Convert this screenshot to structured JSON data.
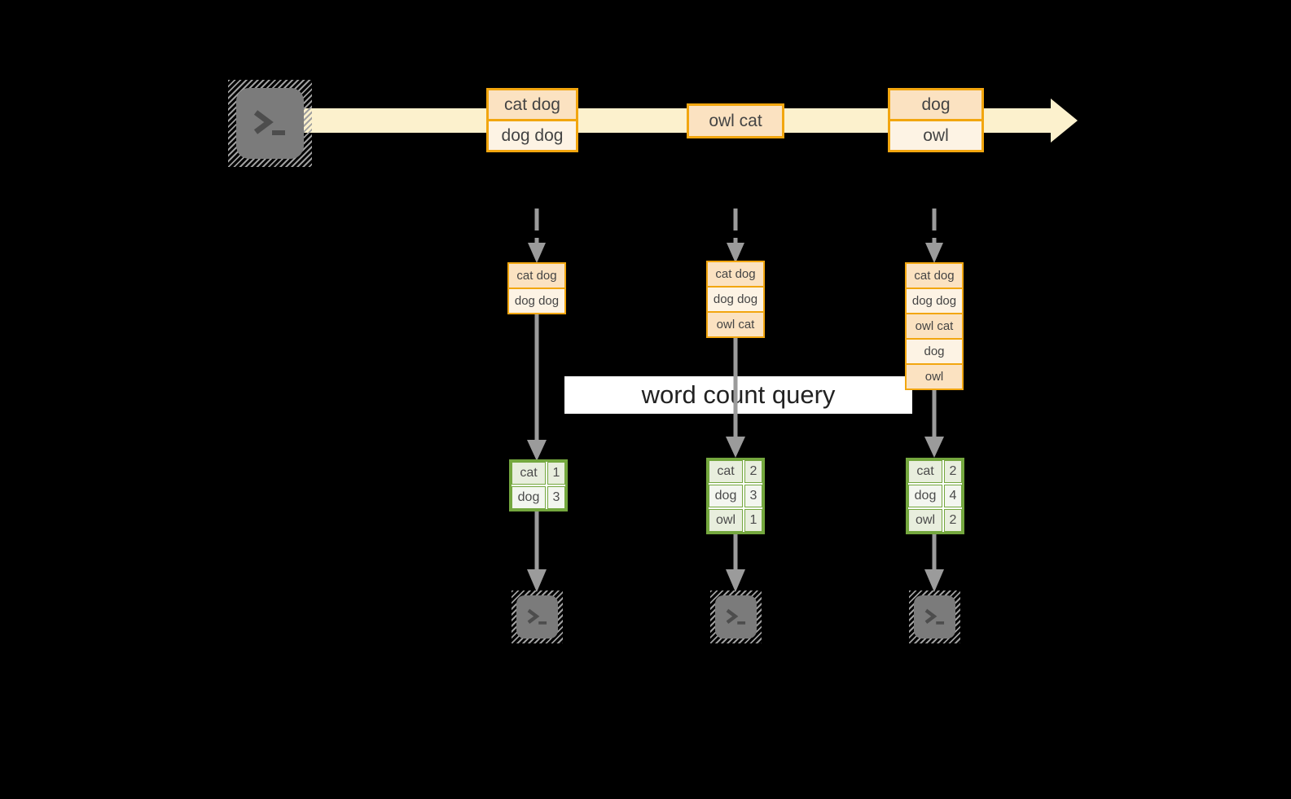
{
  "query_banner": {
    "label": "word count query"
  },
  "stream": {
    "events": [
      {
        "lines": [
          "cat dog",
          "dog dog"
        ]
      },
      {
        "lines": [
          "owl cat"
        ]
      },
      {
        "lines": [
          "dog",
          "owl"
        ]
      }
    ]
  },
  "columns": [
    {
      "accumulated": [
        "cat dog",
        "dog dog"
      ],
      "counts": [
        {
          "word": "cat",
          "count": "1"
        },
        {
          "word": "dog",
          "count": "3"
        }
      ]
    },
    {
      "accumulated": [
        "cat dog",
        "dog dog",
        "owl cat"
      ],
      "counts": [
        {
          "word": "cat",
          "count": "2"
        },
        {
          "word": "dog",
          "count": "3"
        },
        {
          "word": "owl",
          "count": "1"
        }
      ]
    },
    {
      "accumulated": [
        "cat dog",
        "dog dog",
        "owl cat",
        "dog",
        "owl"
      ],
      "counts": [
        {
          "word": "cat",
          "count": "2"
        },
        {
          "word": "dog",
          "count": "4"
        },
        {
          "word": "owl",
          "count": "2"
        }
      ]
    }
  ],
  "icons": {
    "source": "terminal-icon",
    "sinks": [
      "terminal-icon",
      "terminal-icon",
      "terminal-icon"
    ]
  },
  "colors": {
    "background": "#000000",
    "event_border": "#F2A60F",
    "event_fill_dark": "#FBE2C1",
    "event_fill_light": "#FDF3E4",
    "stream_band": "#FCF1CD",
    "table_border_green": "#74A73E",
    "table_fill_green": "#E8EEDD",
    "table_fill_green_light": "#F3F6EF",
    "arrow_gray": "#9B9B9B",
    "terminal_gray": "#7B7B7B",
    "banner_background": "#FFFFFF"
  }
}
